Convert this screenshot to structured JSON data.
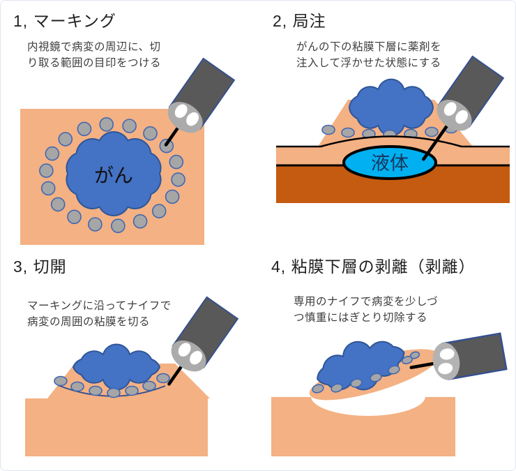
{
  "palette": {
    "mucosa_peach": "#F4B183",
    "lesion_blue": "#4472C4",
    "lesion_outline": "#2F5597",
    "marking_dot_gray": "#A6A6A6",
    "marking_dot_outline": "#4067B1",
    "muscle_brown": "#C55A11",
    "fluid_cyan": "#00B0F0",
    "fluid_label_navy": "#17365D",
    "endoscope_body_gray": "#595959",
    "endoscope_outline_blue": "#35508F",
    "endoscope_cap_gray": "#ABABAB",
    "needle_black": "#000000",
    "outline_black": "#000000",
    "canvas_border": "#DFE5EE"
  },
  "panels": [
    {
      "id": "marking",
      "title": "1, マーキング",
      "desc_line1": "内視鏡で病変の周辺に、切",
      "desc_line2": "り取る範囲の目印をつける",
      "label": "がん"
    },
    {
      "id": "injection",
      "title": "2, 局注",
      "desc_line1": "がんの下の粘膜下層に薬剤を",
      "desc_line2": "注入して浮かせた状態にする",
      "label": "液体"
    },
    {
      "id": "incision",
      "title": "3, 切開",
      "desc_line1": "マーキングに沿ってナイフで",
      "desc_line2": "病変の周囲の粘膜を切る",
      "label": ""
    },
    {
      "id": "dissection",
      "title": "4, 粘膜下層の剥離（剥離）",
      "desc_line1": "専用のナイフで病変を少しづ",
      "desc_line2": "つ慎重にはぎとり切除する",
      "label": ""
    }
  ]
}
